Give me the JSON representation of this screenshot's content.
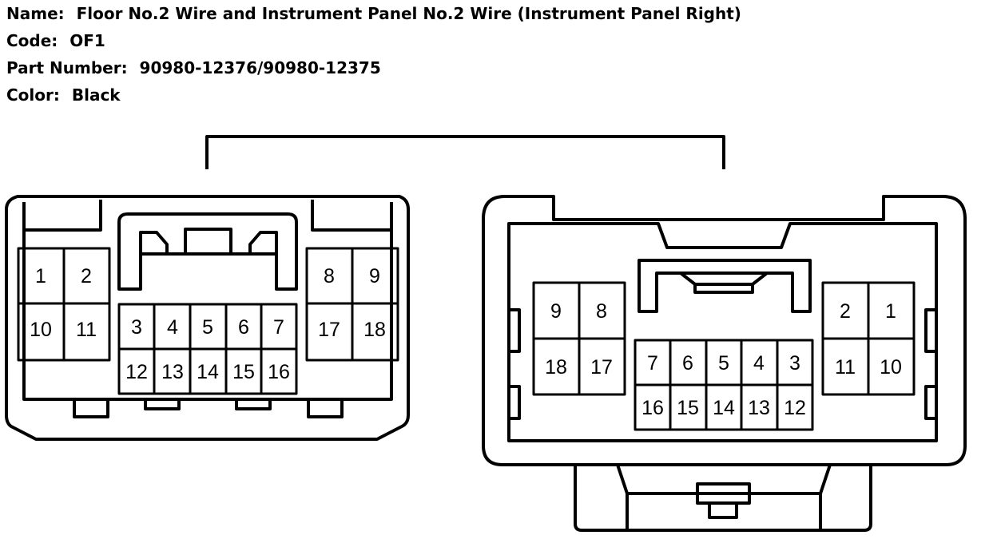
{
  "info": {
    "name_label": "Name:",
    "name_value": "Floor No.2 Wire and Instrument Panel No.2 Wire (Instrument Panel Right)",
    "code_label": "Code:",
    "code_value": "OF1",
    "part_label": "Part Number:",
    "part_value": "90980-12376/90980-12375",
    "color_label": "Color:",
    "color_value": "Black"
  },
  "connector_left": {
    "left_block": [
      "1",
      "2",
      "10",
      "11"
    ],
    "center_top": [
      "3",
      "4",
      "5",
      "6",
      "7"
    ],
    "center_bottom": [
      "12",
      "13",
      "14",
      "15",
      "16"
    ],
    "right_block": [
      "8",
      "9",
      "17",
      "18"
    ]
  },
  "connector_right": {
    "left_block": [
      "9",
      "8",
      "18",
      "17"
    ],
    "center_top": [
      "7",
      "6",
      "5",
      "4",
      "3"
    ],
    "center_bottom": [
      "16",
      "15",
      "14",
      "13",
      "12"
    ],
    "right_block": [
      "2",
      "1",
      "11",
      "10"
    ]
  }
}
